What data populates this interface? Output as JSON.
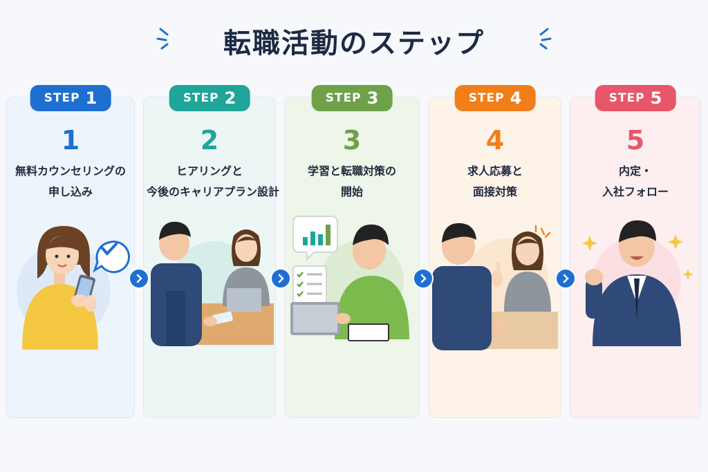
{
  "title": "転職活動のステップ",
  "steps": [
    {
      "label": "STEP",
      "num": "1",
      "big": "1",
      "line1": "無料カウンセリングの",
      "line2": "申し込み"
    },
    {
      "label": "STEP",
      "num": "2",
      "big": "2",
      "line1": "ヒアリングと",
      "line2": "今後のキャリアプラン設計"
    },
    {
      "label": "STEP",
      "num": "3",
      "big": "3",
      "line1": "学習と転職対策の",
      "line2": "開始"
    },
    {
      "label": "STEP",
      "num": "4",
      "big": "4",
      "line1": "求人応募と",
      "line2": "面接対策"
    },
    {
      "label": "STEP",
      "num": "5",
      "big": "5",
      "line1": "内定・",
      "line2": "入社フォロー"
    }
  ],
  "colors": {
    "step1": "#1f6fd1",
    "step2": "#1fa59a",
    "step3": "#6ea14a",
    "step4": "#f07f1a",
    "step5": "#e8566a",
    "title": "#1d2a44",
    "connector": "#1f6fd1"
  },
  "icons": [
    "checkmark-bubble-icon",
    "bar-chart-bubble-icon",
    "checklist-icon",
    "sparkle-icon",
    "chevron-right-icon"
  ]
}
